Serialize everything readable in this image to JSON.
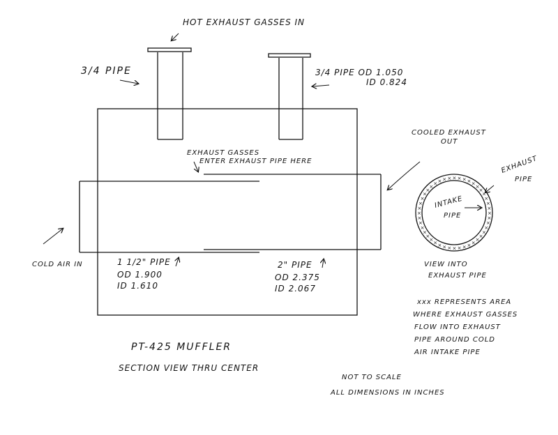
{
  "labels": {
    "hot_exhaust_in": "HOT EXHAUST GASSES IN",
    "three_quarter_pipe": "3/4 PIPE",
    "three_quarter_spec_1": "3/4 PIPE  OD  1.050",
    "three_quarter_spec_2": "ID  0.824",
    "cooled_exhaust_1": "COOLED EXHAUST",
    "cooled_exhaust_2": "OUT",
    "exhaust_gasses_enter_1": "EXHAUST GASSES",
    "exhaust_gasses_enter_2": "ENTER EXHAUST PIPE HERE",
    "exhaust_pipe_1": "EXHAUST",
    "exhaust_pipe_2": "PIPE",
    "intake_pipe_1": "INTAKE",
    "intake_pipe_2": "PIPE",
    "cold_air_in": "COLD AIR IN",
    "pipe_1_5_a": "1 1/2\" PIPE",
    "pipe_1_5_b": "OD  1.900",
    "pipe_1_5_c": "ID  1.610",
    "pipe_2_a": "2\" PIPE",
    "pipe_2_b": "OD 2.375",
    "pipe_2_c": "ID  2.067",
    "view_into_1": "VIEW INTO",
    "view_into_2": "EXHAUST PIPE",
    "legend_1": "xxx REPRESENTS AREA",
    "legend_2": "WHERE EXHAUST GASSES",
    "legend_3": "FLOW INTO EXHAUST",
    "legend_4": "PIPE AROUND COLD",
    "legend_5": "AIR INTAKE PIPE",
    "title_1": "PT-425  MUFFLER",
    "title_2": "SECTION VIEW THRU CENTER",
    "note_1": "NOT TO SCALE",
    "note_2": "ALL DIMENSIONS IN INCHES"
  }
}
